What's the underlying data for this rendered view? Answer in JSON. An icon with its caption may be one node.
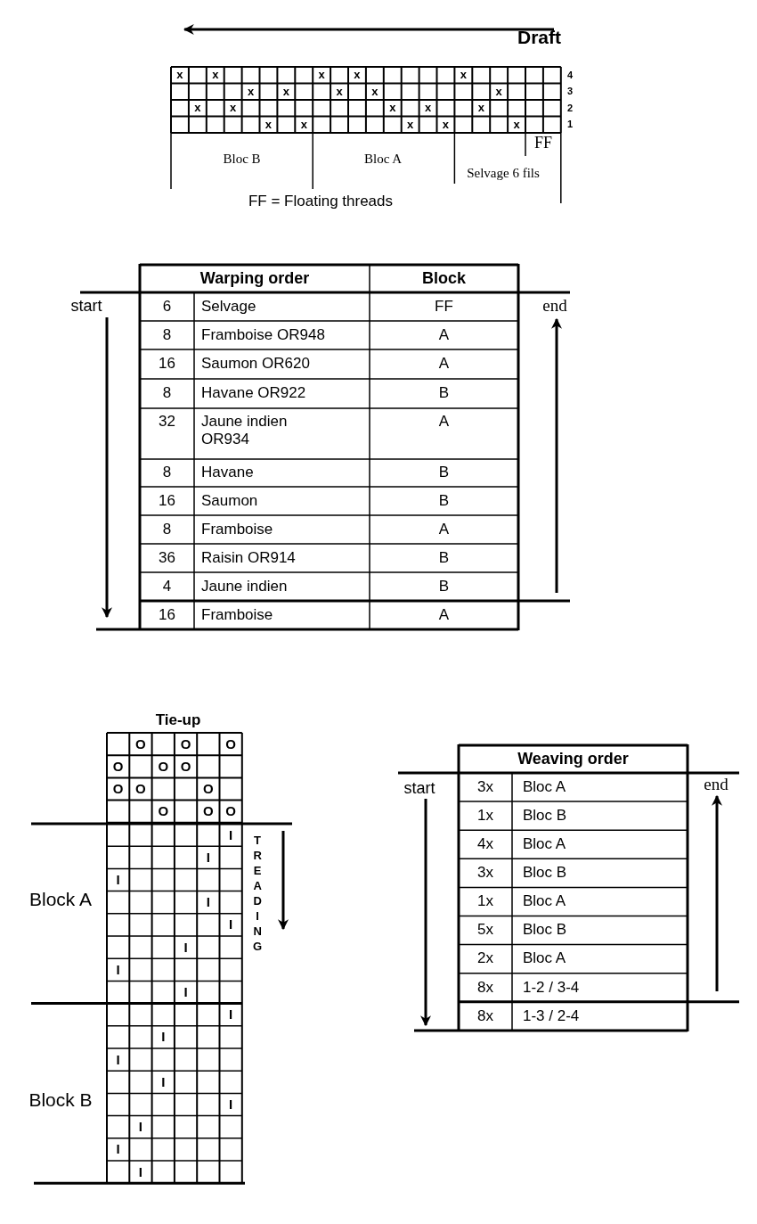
{
  "diagram": {
    "labels": [
      "Draft",
      "x",
      "x",
      "x",
      "x",
      "x",
      "4",
      "x",
      "x",
      "x",
      "x",
      "x",
      "3",
      "x",
      "x",
      "x",
      "x",
      "x",
      "2",
      "x",
      "x",
      "x",
      "x",
      "x",
      "1",
      "FF",
      "Bloc B",
      "Bloc A",
      "Selvage 6 fils",
      "FF = Floating threads",
      "Warping order",
      "Block",
      "start",
      "6",
      "Selvage",
      "FF",
      "end",
      "8",
      "Framboise OR948",
      "A",
      "16",
      "Saumon OR620",
      "A",
      "8",
      "Havane OR922",
      "B",
      "32",
      "Jaune indien OR934",
      "A",
      "8",
      "Havane",
      "B",
      "16",
      "Saumon",
      "B",
      "8",
      "Framboise",
      "A",
      "36",
      "Raisin OR914",
      "B",
      "4",
      "Jaune indien",
      "B",
      "16",
      "Framboise",
      "A",
      "Tie-up",
      "O",
      "O",
      "O",
      "O",
      "O",
      "O",
      "O",
      "O",
      "O",
      "O",
      "O",
      "O",
      "TREADING",
      "Block A",
      "I",
      "I",
      "I",
      "I",
      "I",
      "I",
      "I",
      "I",
      "Block B",
      "I",
      "I",
      "I",
      "I",
      "I",
      "I",
      "I",
      "I",
      "Weaving order",
      "start",
      "3x",
      "Bloc A",
      "end",
      "1x",
      "Bloc B",
      "4x",
      "Bloc A",
      "3x",
      "Bloc B",
      "1x",
      "Bloc A",
      "5x",
      "Bloc B",
      "2x",
      "Bloc A",
      "8x",
      "1-2 / 3-4",
      "8x",
      "1-3 / 2-4"
    ]
  }
}
